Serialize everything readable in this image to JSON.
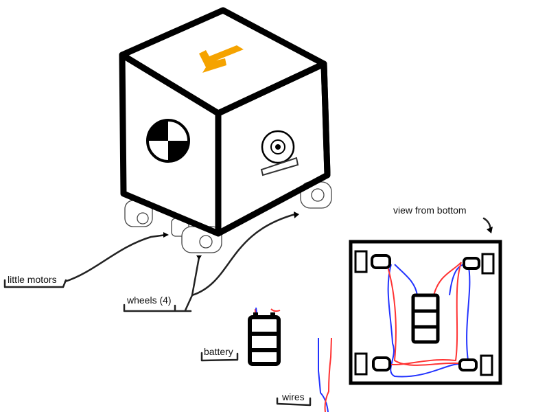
{
  "labels": {
    "view_from_bottom": "view from bottom",
    "little_motors": "little motors",
    "wheels": "wheels (4)",
    "battery": "battery",
    "wires": "wires"
  },
  "colors": {
    "arrow": "#F5A300",
    "wire_red": "#FF3333",
    "wire_blue": "#2233FF",
    "ink": "#000000"
  }
}
